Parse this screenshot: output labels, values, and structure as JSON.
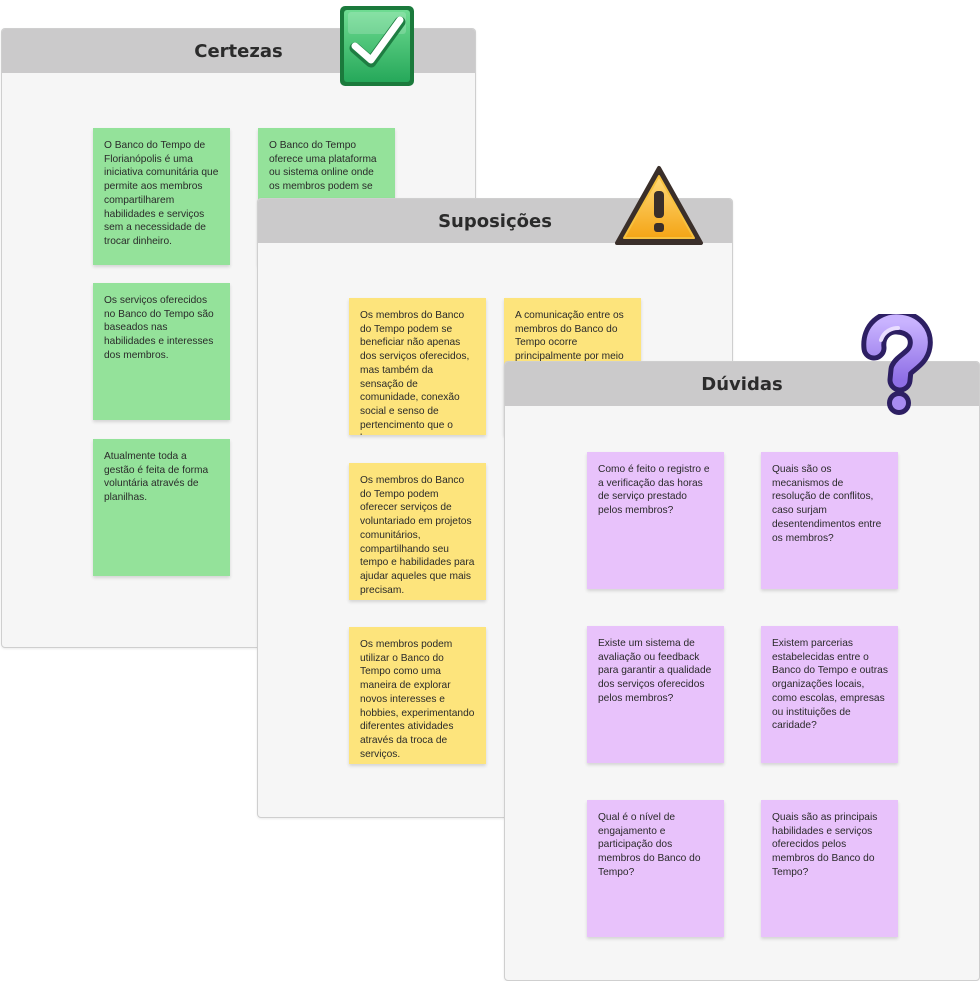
{
  "boards": {
    "certezas": {
      "title": "Certezas",
      "icon": "checkmark-icon",
      "color": "#94e29a",
      "notes": [
        "O Banco do Tempo de Florianópolis é uma iniciativa comunitária que permite aos membros compartilharem habilidades e serviços sem a necessidade de trocar dinheiro.",
        "O Banco do Tempo oferece uma plataforma ou sistema online onde os membros podem se",
        "Os serviços oferecidos no Banco do Tempo são baseados nas habilidades e interesses dos membros.",
        "Atualmente toda a gestão é feita de forma voluntária através de planilhas."
      ]
    },
    "suposicoes": {
      "title": "Suposições",
      "icon": "warning-icon",
      "color": "#fde47c",
      "notes": [
        "Os membros do Banco do Tempo podem se beneficiar não apenas dos serviços oferecidos, mas também da sensação de comunidade, conexão social e senso de pertencimento que o banco promove.",
        "A comunicação entre os membros do Banco do Tempo ocorre principalmente por meio",
        "Os membros do Banco do Tempo podem oferecer serviços de voluntariado em projetos comunitários, compartilhando seu tempo e habilidades para ajudar aqueles que mais precisam.",
        "Os membros podem utilizar o Banco do Tempo como uma maneira de explorar novos interesses e hobbies, experimentando diferentes atividades através da troca de serviços."
      ]
    },
    "duvidas": {
      "title": "Dúvidas",
      "icon": "question-mark-icon",
      "color": "#e8c2fb",
      "notes": [
        "Como é feito o registro e a verificação das horas de serviço prestado pelos membros?",
        "Quais são os mecanismos de resolução de conflitos, caso surjam desentendimentos entre os membros?",
        "Existe um sistema de avaliação ou feedback para garantir a qualidade dos serviços oferecidos pelos membros?",
        "Existem parcerias estabelecidas entre o Banco do Tempo e outras organizações locais, como escolas, empresas ou instituições de caridade?",
        "Qual é o nível de engajamento e participação dos membros do Banco do Tempo?",
        "Quais são as principais habilidades e serviços oferecidos pelos membros do Banco do Tempo?"
      ]
    }
  }
}
